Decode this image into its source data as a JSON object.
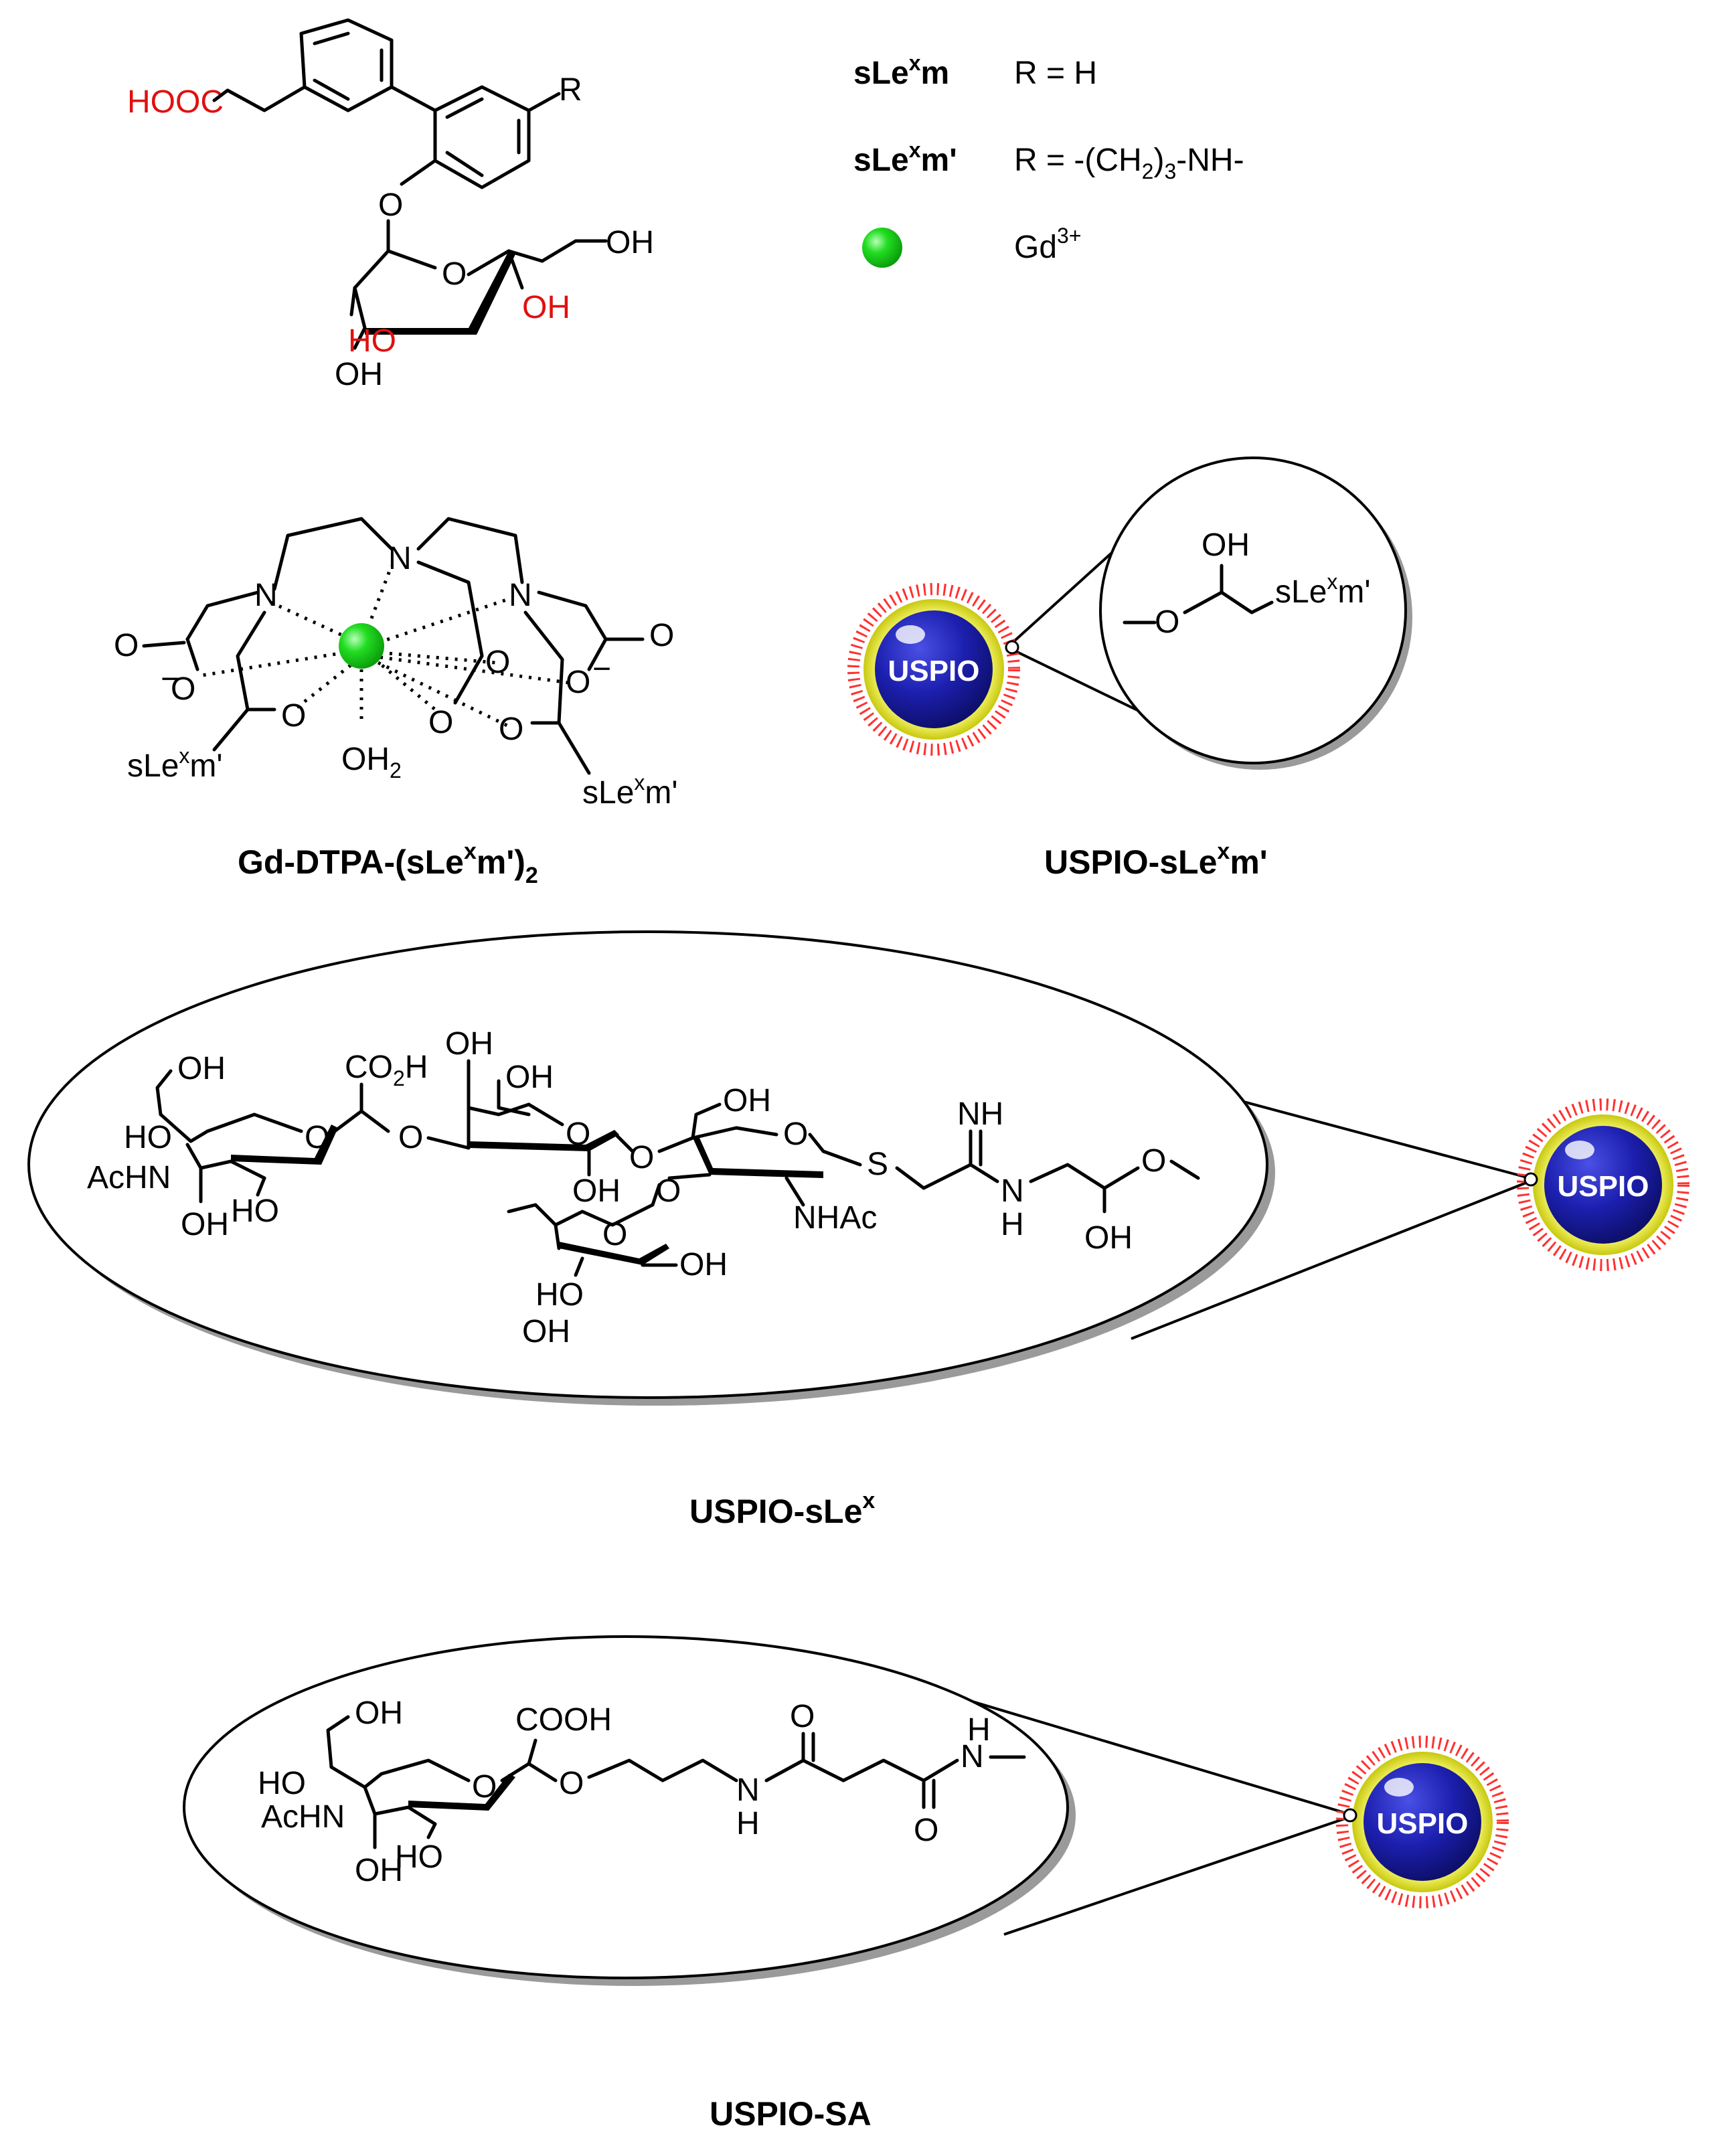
{
  "colors": {
    "red_atoms": "#e01010",
    "gadolinium": "#22dd22",
    "nanoparticle_core": "#1c1fae",
    "nanoparticle_ring": "#e8e82a",
    "nanoparticle_spikes": "#ff3030"
  },
  "legend": {
    "items": [
      {
        "name": "sLe",
        "sup": "x",
        "suffix": "m",
        "definition": "R = H"
      },
      {
        "name": "sLe",
        "sup": "x",
        "suffix": "m'",
        "definition": "R = -(CH2)3-NH-"
      },
      {
        "symbol": "green-sphere",
        "definition_base": "Gd",
        "definition_sup": "3+"
      }
    ],
    "def2_parts": [
      "R = -(CH",
      "2",
      ")",
      "3",
      "-NH-"
    ]
  },
  "mimetic": {
    "acid": "HOOC",
    "r": "R",
    "o_link": "O",
    "ring_o": "O",
    "oh6": "OH",
    "oh4": "OH",
    "oh3": "HO",
    "oh2": "OH"
  },
  "gd_complex": {
    "n_top": "N",
    "n_left": "N",
    "n_right": "N",
    "o1": "O",
    "o2": "O",
    "o3": "O",
    "o4": "O",
    "o5": "O",
    "o6": "O",
    "o7": "O",
    "o8": "O",
    "water": "OH",
    "water_sub": "2",
    "minus": "−",
    "ligand": "sLe",
    "ligand_sup": "x",
    "ligand_suffix": "m'",
    "title_base": "Gd-DTPA-(sLe",
    "title_sup": "x",
    "title_mid": "m')",
    "title_sub": "2"
  },
  "uspio_mimetic": {
    "core_label": "USPIO",
    "oh": "OH",
    "o": "O",
    "ligand": "sLe",
    "ligand_sup": "x",
    "ligand_suffix": "m'",
    "title_base": "USPIO-sLe",
    "title_sup": "x",
    "title_suffix": "m'"
  },
  "uspio_slex": {
    "core_label": "USPIO",
    "labels": {
      "oh_a": "OH",
      "ho_a": "HO",
      "achn": "AcHN",
      "oh_b": "OH",
      "ho_b": "HO",
      "co2h": "CO",
      "co2h_sub": "2",
      "co2h_h": "H",
      "o_link1": "O",
      "ring_o1": "O",
      "oh_c": "OH",
      "oh_d": "OH",
      "ring_o2": "O",
      "oh_e": "OH",
      "o_link2": "O",
      "oh_f": "OH",
      "ring_o3": "O",
      "o_link3": "O",
      "ring_o4": "O",
      "oh_g": "OH",
      "ho_c": "HO",
      "oh_h": "OH",
      "s": "S",
      "nhac": "NHAc",
      "nh_imine": "NH",
      "n": "N",
      "h": "H",
      "o_end": "O",
      "oh_end": "OH"
    },
    "title_base": "USPIO-sLe",
    "title_sup": "x"
  },
  "uspio_sa": {
    "core_label": "USPIO",
    "labels": {
      "oh_a": "OH",
      "ho_a": "HO",
      "achn": "AcHN",
      "ho_b": "HO",
      "oh_b": "OH",
      "cooh": "COOH",
      "ring_o": "O",
      "o_link": "O",
      "n1": "N",
      "h1": "H",
      "o_amide1": "O",
      "n2": "N",
      "h2": "H",
      "o_amide2": "O"
    },
    "title": "USPIO-SA"
  }
}
